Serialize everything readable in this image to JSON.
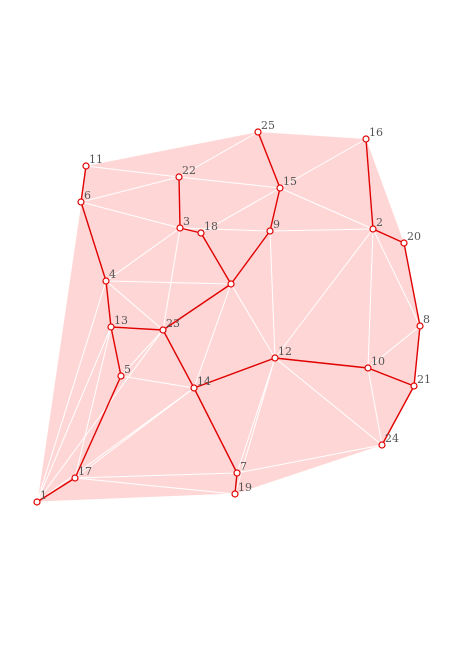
{
  "graph": {
    "colors": {
      "hull_fill": "#ffd6d6",
      "triangulation_edge": "#ffffff",
      "tree_edge": "#e00000",
      "node_stroke": "#e00000",
      "node_fill": "#ffffff",
      "label": "#555555"
    },
    "nodes": [
      {
        "id": "1",
        "label": "1"
      },
      {
        "id": "2",
        "label": "2"
      },
      {
        "id": "3",
        "label": "3"
      },
      {
        "id": "4",
        "label": "4"
      },
      {
        "id": "5",
        "label": "5"
      },
      {
        "id": "6",
        "label": "6"
      },
      {
        "id": "7",
        "label": "7"
      },
      {
        "id": "8",
        "label": "8"
      },
      {
        "id": "9",
        "label": "9"
      },
      {
        "id": "10",
        "label": "10"
      },
      {
        "id": "11",
        "label": "11"
      },
      {
        "id": "12",
        "label": "12"
      },
      {
        "id": "13",
        "label": "13"
      },
      {
        "id": "14",
        "label": "14"
      },
      {
        "id": "15",
        "label": "15"
      },
      {
        "id": "16",
        "label": "16"
      },
      {
        "id": "17",
        "label": "17"
      },
      {
        "id": "18",
        "label": "18"
      },
      {
        "id": "19",
        "label": "19"
      },
      {
        "id": "20",
        "label": "20"
      },
      {
        "id": "21",
        "label": "21"
      },
      {
        "id": "22",
        "label": "22"
      },
      {
        "id": "23",
        "label": "23"
      },
      {
        "id": "24",
        "label": "24"
      },
      {
        "id": "25",
        "label": "25"
      }
    ],
    "hull": [
      "11",
      "25",
      "16",
      "20",
      "8",
      "21",
      "24",
      "19",
      "1",
      "6"
    ],
    "tree_edges": [
      [
        "11",
        "6"
      ],
      [
        "6",
        "4"
      ],
      [
        "4",
        "13"
      ],
      [
        "13",
        "23"
      ],
      [
        "13",
        "5"
      ],
      [
        "5",
        "17"
      ],
      [
        "17",
        "1"
      ],
      [
        "23",
        "0"
      ],
      [
        "23",
        "14"
      ],
      [
        "14",
        "7"
      ],
      [
        "7",
        "19"
      ],
      [
        "14",
        "12"
      ],
      [
        "12",
        "10"
      ],
      [
        "10",
        "21"
      ],
      [
        "21",
        "24"
      ],
      [
        "21",
        "8"
      ],
      [
        "8",
        "20"
      ],
      [
        "20",
        "2"
      ],
      [
        "2",
        "16"
      ],
      [
        "0",
        "18"
      ],
      [
        "18",
        "3"
      ],
      [
        "3",
        "22"
      ],
      [
        "0",
        "9"
      ],
      [
        "9",
        "15"
      ],
      [
        "15",
        "25"
      ]
    ],
    "triangulation_edges": [
      [
        "11",
        "22"
      ],
      [
        "22",
        "25"
      ],
      [
        "25",
        "15"
      ],
      [
        "15",
        "16"
      ],
      [
        "16",
        "2"
      ],
      [
        "15",
        "2"
      ],
      [
        "22",
        "15"
      ],
      [
        "6",
        "22"
      ],
      [
        "6",
        "3"
      ],
      [
        "3",
        "4"
      ],
      [
        "3",
        "23"
      ],
      [
        "3",
        "9"
      ],
      [
        "18",
        "15"
      ],
      [
        "9",
        "2"
      ],
      [
        "12",
        "9"
      ],
      [
        "12",
        "0"
      ],
      [
        "12",
        "2"
      ],
      [
        "12",
        "24"
      ],
      [
        "12",
        "7"
      ],
      [
        "12",
        "19"
      ],
      [
        "0",
        "14"
      ],
      [
        "0",
        "4"
      ],
      [
        "4",
        "23"
      ],
      [
        "23",
        "5"
      ],
      [
        "23",
        "1"
      ],
      [
        "13",
        "1"
      ],
      [
        "13",
        "17"
      ],
      [
        "4",
        "1"
      ],
      [
        "5",
        "14"
      ],
      [
        "17",
        "14"
      ],
      [
        "17",
        "7"
      ],
      [
        "17",
        "19"
      ],
      [
        "1",
        "19"
      ],
      [
        "7",
        "24"
      ],
      [
        "10",
        "24"
      ],
      [
        "10",
        "2"
      ],
      [
        "10",
        "8"
      ],
      [
        "2",
        "8"
      ],
      [
        "14",
        "1"
      ],
      [
        "6",
        "1"
      ]
    ],
    "extra_node_ids": [
      "0"
    ]
  }
}
